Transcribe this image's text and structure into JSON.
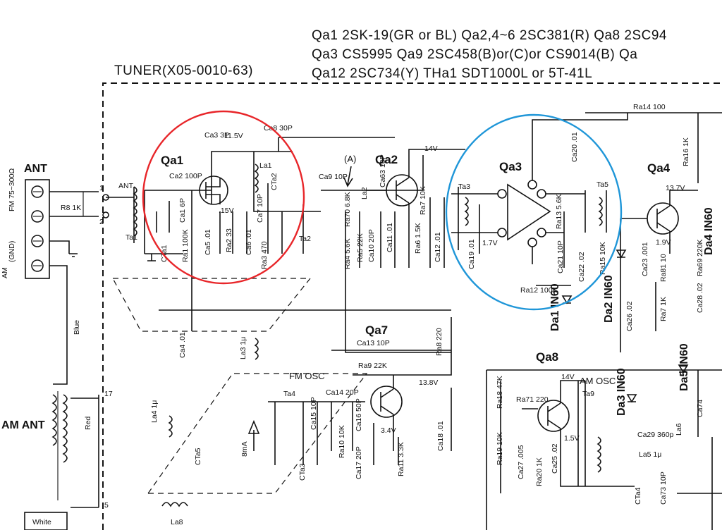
{
  "header": {
    "line1": "Qa1 2SK-19(GR or BL) Qa2,4~6 2SC381(R) Qa8 2SC94",
    "line2": "Qa3 CS5995 Qa9 2SC458(B)or(C)or CS9014(B) Qa",
    "line3": "Qa12 2SC734(Y) THa1 SDT1000L or 5T-41L",
    "tuner": "TUNER(X05-0010-63)"
  },
  "blocks": {
    "ant": "ANT",
    "ant_terminal_top": "FM 75~300Ω",
    "ant_terminal_gnd": "(GND)",
    "am": "AM",
    "am_ant": "AM ANT",
    "fm_osc": "FM OSC",
    "am_osc": "AM OSC",
    "blue": "Blue",
    "red": "Red",
    "white": "White",
    "ant_small": "ANT",
    "marker_a": "(A)",
    "current": "8mA",
    "term1": "1",
    "term2": "2",
    "term17": "17",
    "term5": "5"
  },
  "transistors": [
    {
      "ref": "Qa1"
    },
    {
      "ref": "Qa2"
    },
    {
      "ref": "Qa3"
    },
    {
      "ref": "Qa4"
    },
    {
      "ref": "Qa7"
    },
    {
      "ref": "Qa8"
    }
  ],
  "diodes": [
    "Da1 IN60",
    "Da2 IN60",
    "Da3 IN60",
    "Da4 IN60",
    "Da5 IN60"
  ],
  "voltages": [
    "11.5V",
    ".15V",
    "14V",
    "1.7V",
    "13.7V",
    "1.9V",
    "13.8V",
    "3.4V",
    "14V",
    "1.5V"
  ],
  "components": [
    "Ca3 3P",
    "Ca8 30P",
    "Ca2 100P",
    "Ca1 6P",
    "La1",
    "CTa2",
    "Ra1 100K",
    "Ca5 .01",
    "Ra2 33",
    "Ca6 .01",
    "Ca7 10P",
    "Ra3 470",
    "CTa1",
    "Ta1",
    "Ta2",
    "Ca9 10P",
    "La2",
    "Ca63 10P",
    "Ra70 6.8K",
    "Ra4 5.6K",
    "Ra5 22K",
    "Ca10 20P",
    "Ca11 .01",
    "Ra6 1.5K",
    "Ra7 10K",
    "Ca12 .01",
    "Ta3",
    "Ca19 .01",
    "Ca20 .01",
    "Ta5",
    "Ra13 5.6K",
    "Ca21 10P",
    "Ra14 100",
    "Ra12 100K",
    "Ca22 .02",
    "Ra15 10K",
    "Ca23 .001",
    "Ra16 1K",
    "Ra8 220",
    "Ca13 10P",
    "Ra9 22K",
    "Ca4 .01",
    "La3 1μ",
    "Ta4",
    "Ca14 20P",
    "Ca15 10P",
    "CTa3",
    "Ra10 10K",
    "Ca16 50P",
    "Ca17 20P",
    "Ra11 3.3K",
    "Ca18 .01",
    "La4 1μ",
    "CTa5",
    "La8",
    "Ra18 47K",
    "Ra71 220",
    "Ra19 10K",
    "Ca27 .005",
    "Ra20 1K",
    "Ca25 .02",
    "Ta9",
    "Ca29 360p",
    "La5 1μ",
    "CTa4",
    "Ca73 10P",
    "La6",
    "Ca74",
    "Ra81 10",
    "Ra69 220K",
    "Ra7 1K",
    "Ca28 .02",
    "Ca26 .02",
    "R8 1K"
  ],
  "highlights": {
    "red_circle_color": "#e8262a",
    "blue_circle_color": "#1f96d8"
  }
}
